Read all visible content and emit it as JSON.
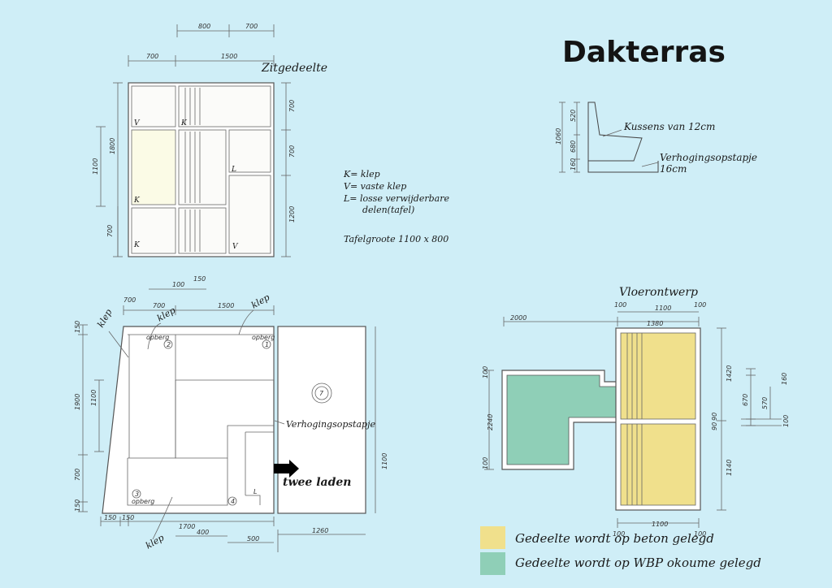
{
  "title": "Dakterras",
  "sections": {
    "zitgedeelte": "Zitgedeelte",
    "vloerontwerp": "Vloerontwerp"
  },
  "legend_text": {
    "k": "K= klep",
    "v": "V= vaste klep",
    "l1": "L= losse verwijderbare",
    "l2": "delen(tafel)",
    "table": "Tafelgroote 1100 x 800"
  },
  "profile": {
    "cushions": "Kussens van 12cm",
    "step1": "Verhogingsopstapje",
    "step2": "16cm",
    "dims": [
      "1060",
      "520",
      "680",
      "160"
    ]
  },
  "zit_dims": {
    "top": [
      "800",
      "700"
    ],
    "top2": [
      "700",
      "1500"
    ],
    "left": [
      "1800",
      "1100",
      "700"
    ],
    "right": [
      "700",
      "700",
      "1200"
    ],
    "marks": [
      "V",
      "K",
      "K",
      "K",
      "L",
      "V"
    ]
  },
  "plan": {
    "klep_top_left": "klep",
    "klep_top": "klep",
    "klep_top_right": "klep",
    "klep_bottom": "klep",
    "opberg1": "opberg",
    "opberg2": "opberg",
    "opberg3": "opberg",
    "num1": "1",
    "num2": "2",
    "num3": "3",
    "num4": "4",
    "num7": "7",
    "step": "Verhogingsopstapje",
    "drawers": "twee laden",
    "l_mark": "L",
    "dims_top": [
      "700",
      "1500",
      "700",
      "100",
      "150"
    ],
    "dims_left": [
      "1900",
      "1100",
      "150",
      "700",
      "150"
    ],
    "dims_bottom": [
      "1700",
      "400",
      "500",
      "1260",
      "150",
      "150"
    ],
    "dims_right": [
      "1100"
    ]
  },
  "floor": {
    "dims_top": [
      "1100",
      "1380",
      "2000",
      "100",
      "100"
    ],
    "dims_left": [
      "2240",
      "100",
      "100"
    ],
    "dims_right": [
      "1420",
      "1140",
      "90",
      "90",
      "670",
      "570",
      "160",
      "100"
    ],
    "dims_bottom": [
      "1100",
      "100",
      "100"
    ]
  },
  "legend": [
    {
      "color": "#f0e08c",
      "label": "Gedeelte wordt op beton gelegd"
    },
    {
      "color": "#8fcfb7",
      "label": "Gedeelte wordt op WBP okoume gelegd"
    }
  ],
  "colors": {
    "background": "#cfeef7",
    "beton": "#f0e08c",
    "wbp": "#8fcfb7"
  }
}
